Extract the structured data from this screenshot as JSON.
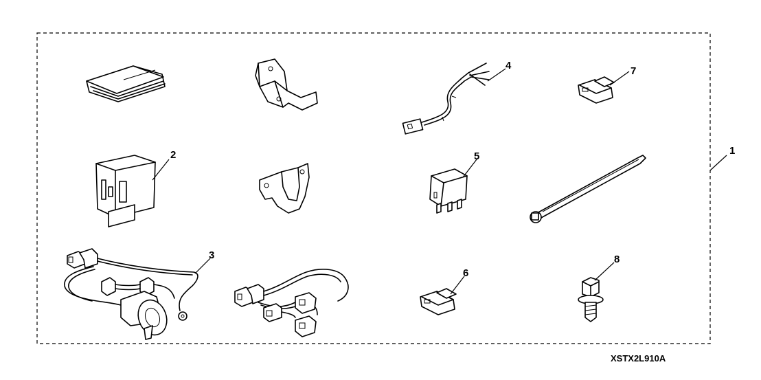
{
  "callouts": {
    "c1": "1",
    "c2": "2",
    "c3": "3",
    "c4": "4",
    "c5": "5",
    "c6": "6",
    "c7": "7",
    "c8": "8"
  },
  "part_code": "XSTX2L910A",
  "icons": {
    "manual": "instruction-booklet-icon",
    "bracket_a": "mounting-bracket-icon",
    "sub_harness": "sub-harness-icon",
    "clip_7": "connector-clip-icon",
    "control_unit": "control-unit-icon",
    "bracket_b": "u-bracket-icon",
    "relay": "relay-icon",
    "cable_tie": "cable-tie-icon",
    "socket_harness": "socket-harness-icon",
    "main_harness": "main-harness-icon",
    "clip_6": "connector-clip-icon",
    "bolt": "flange-bolt-icon"
  }
}
